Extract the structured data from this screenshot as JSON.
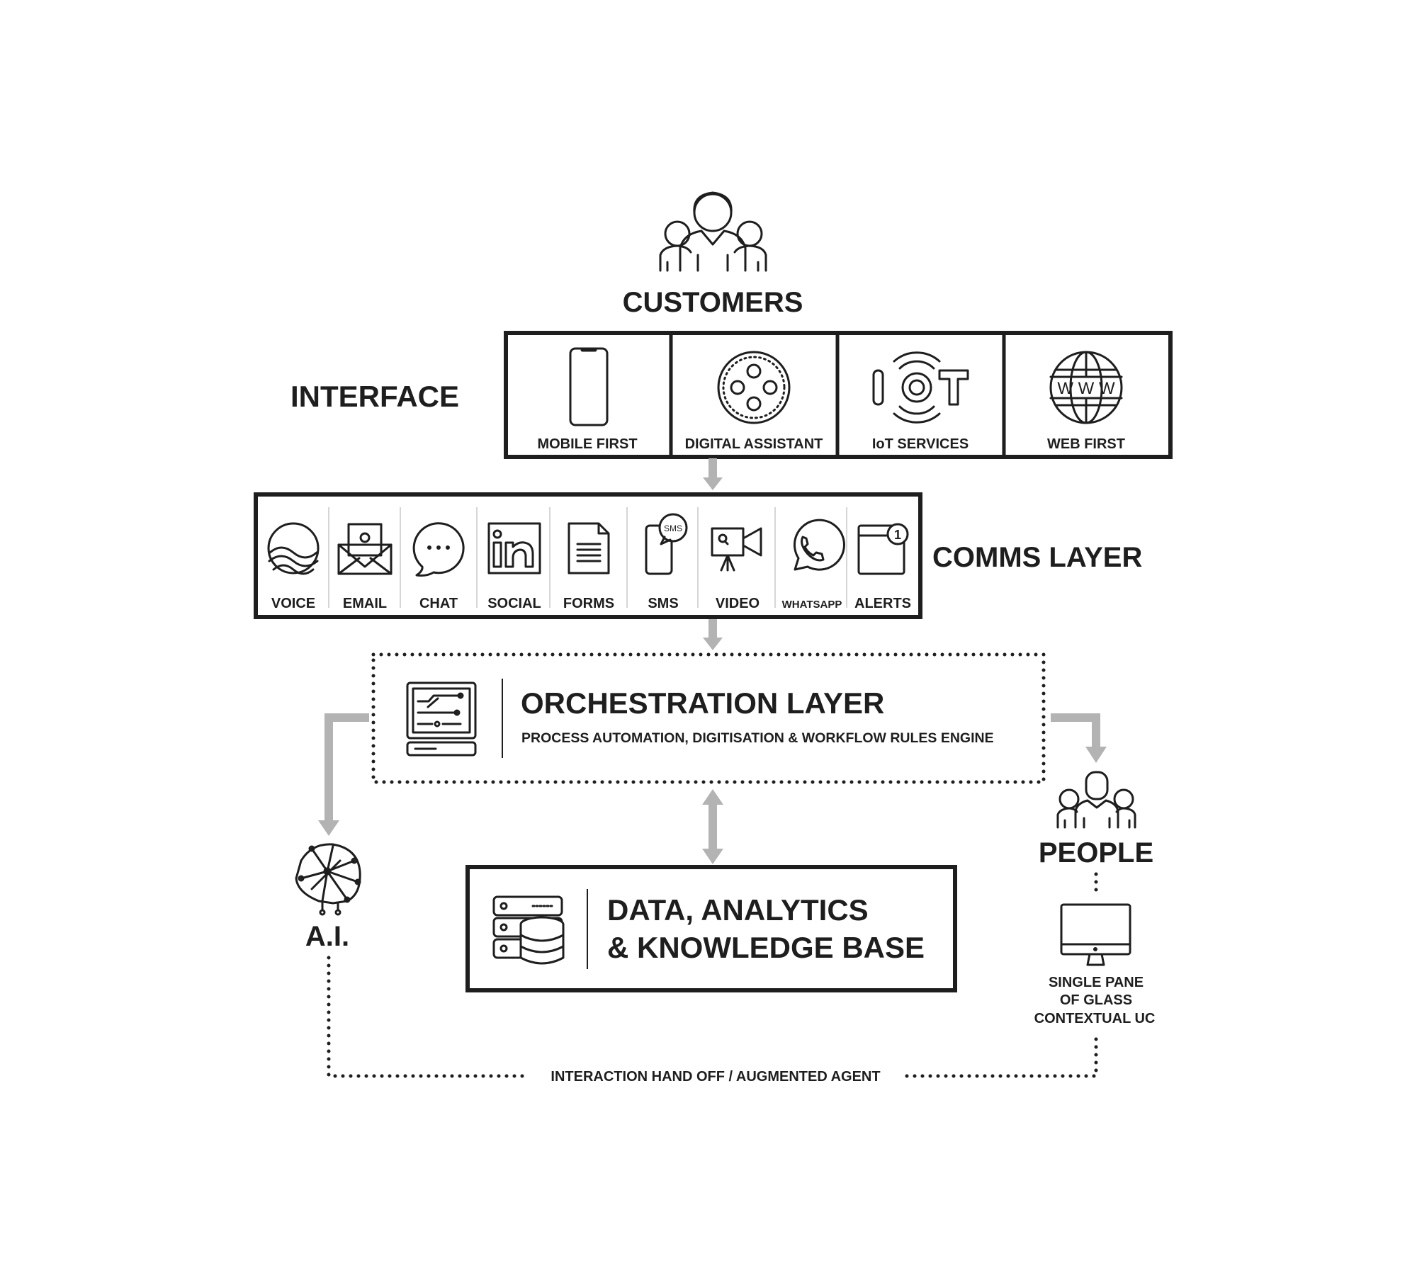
{
  "customers": {
    "label": "CUSTOMERS",
    "icon": "customers-group-icon"
  },
  "interface": {
    "label": "INTERFACE",
    "items": [
      {
        "label": "MOBILE FIRST",
        "icon": "smartphone-icon"
      },
      {
        "label": "DIGITAL ASSISTANT",
        "icon": "smart-speaker-icon"
      },
      {
        "label": "IoT SERVICES",
        "icon": "iot-icon"
      },
      {
        "label": "WEB FIRST",
        "icon": "globe-www-icon"
      }
    ]
  },
  "comms": {
    "label": "COMMS LAYER",
    "items": [
      {
        "label": "VOICE",
        "icon": "voice-wave-icon"
      },
      {
        "label": "EMAIL",
        "icon": "envelope-at-icon"
      },
      {
        "label": "CHAT",
        "icon": "chat-bubble-icon"
      },
      {
        "label": "SOCIAL",
        "icon": "linkedin-icon"
      },
      {
        "label": "FORMS",
        "icon": "form-document-icon"
      },
      {
        "label": "SMS",
        "icon": "sms-phone-icon",
        "badge": "SMS"
      },
      {
        "label": "VIDEO",
        "icon": "video-camera-icon"
      },
      {
        "label": "WHATSAPP",
        "icon": "whatsapp-icon"
      },
      {
        "label": "ALERTS",
        "icon": "alert-window-icon",
        "badge": "1"
      }
    ]
  },
  "orchestration": {
    "title": "ORCHESTRATION LAYER",
    "subtitle": "PROCESS AUTOMATION, DIGITISATION & WORKFLOW RULES ENGINE",
    "icon": "circuit-computer-icon"
  },
  "data": {
    "line1": "DATA, ANALYTICS",
    "line2": "& KNOWLEDGE BASE",
    "icon": "database-server-icon"
  },
  "ai": {
    "label": "A.I.",
    "icon": "neural-brain-icon"
  },
  "people": {
    "label": "PEOPLE",
    "icon": "people-group-icon"
  },
  "pane": {
    "lines": [
      "SINGLE PANE",
      "OF GLASS",
      "CONTEXTUAL UC"
    ],
    "icon": "desktop-monitor-icon"
  },
  "handoff": {
    "label": "INTERACTION HAND OFF / AUGMENTED AGENT"
  },
  "colors": {
    "ink": "#1e1e1e",
    "arrow": "#b3b3b3",
    "background": "#ffffff"
  }
}
